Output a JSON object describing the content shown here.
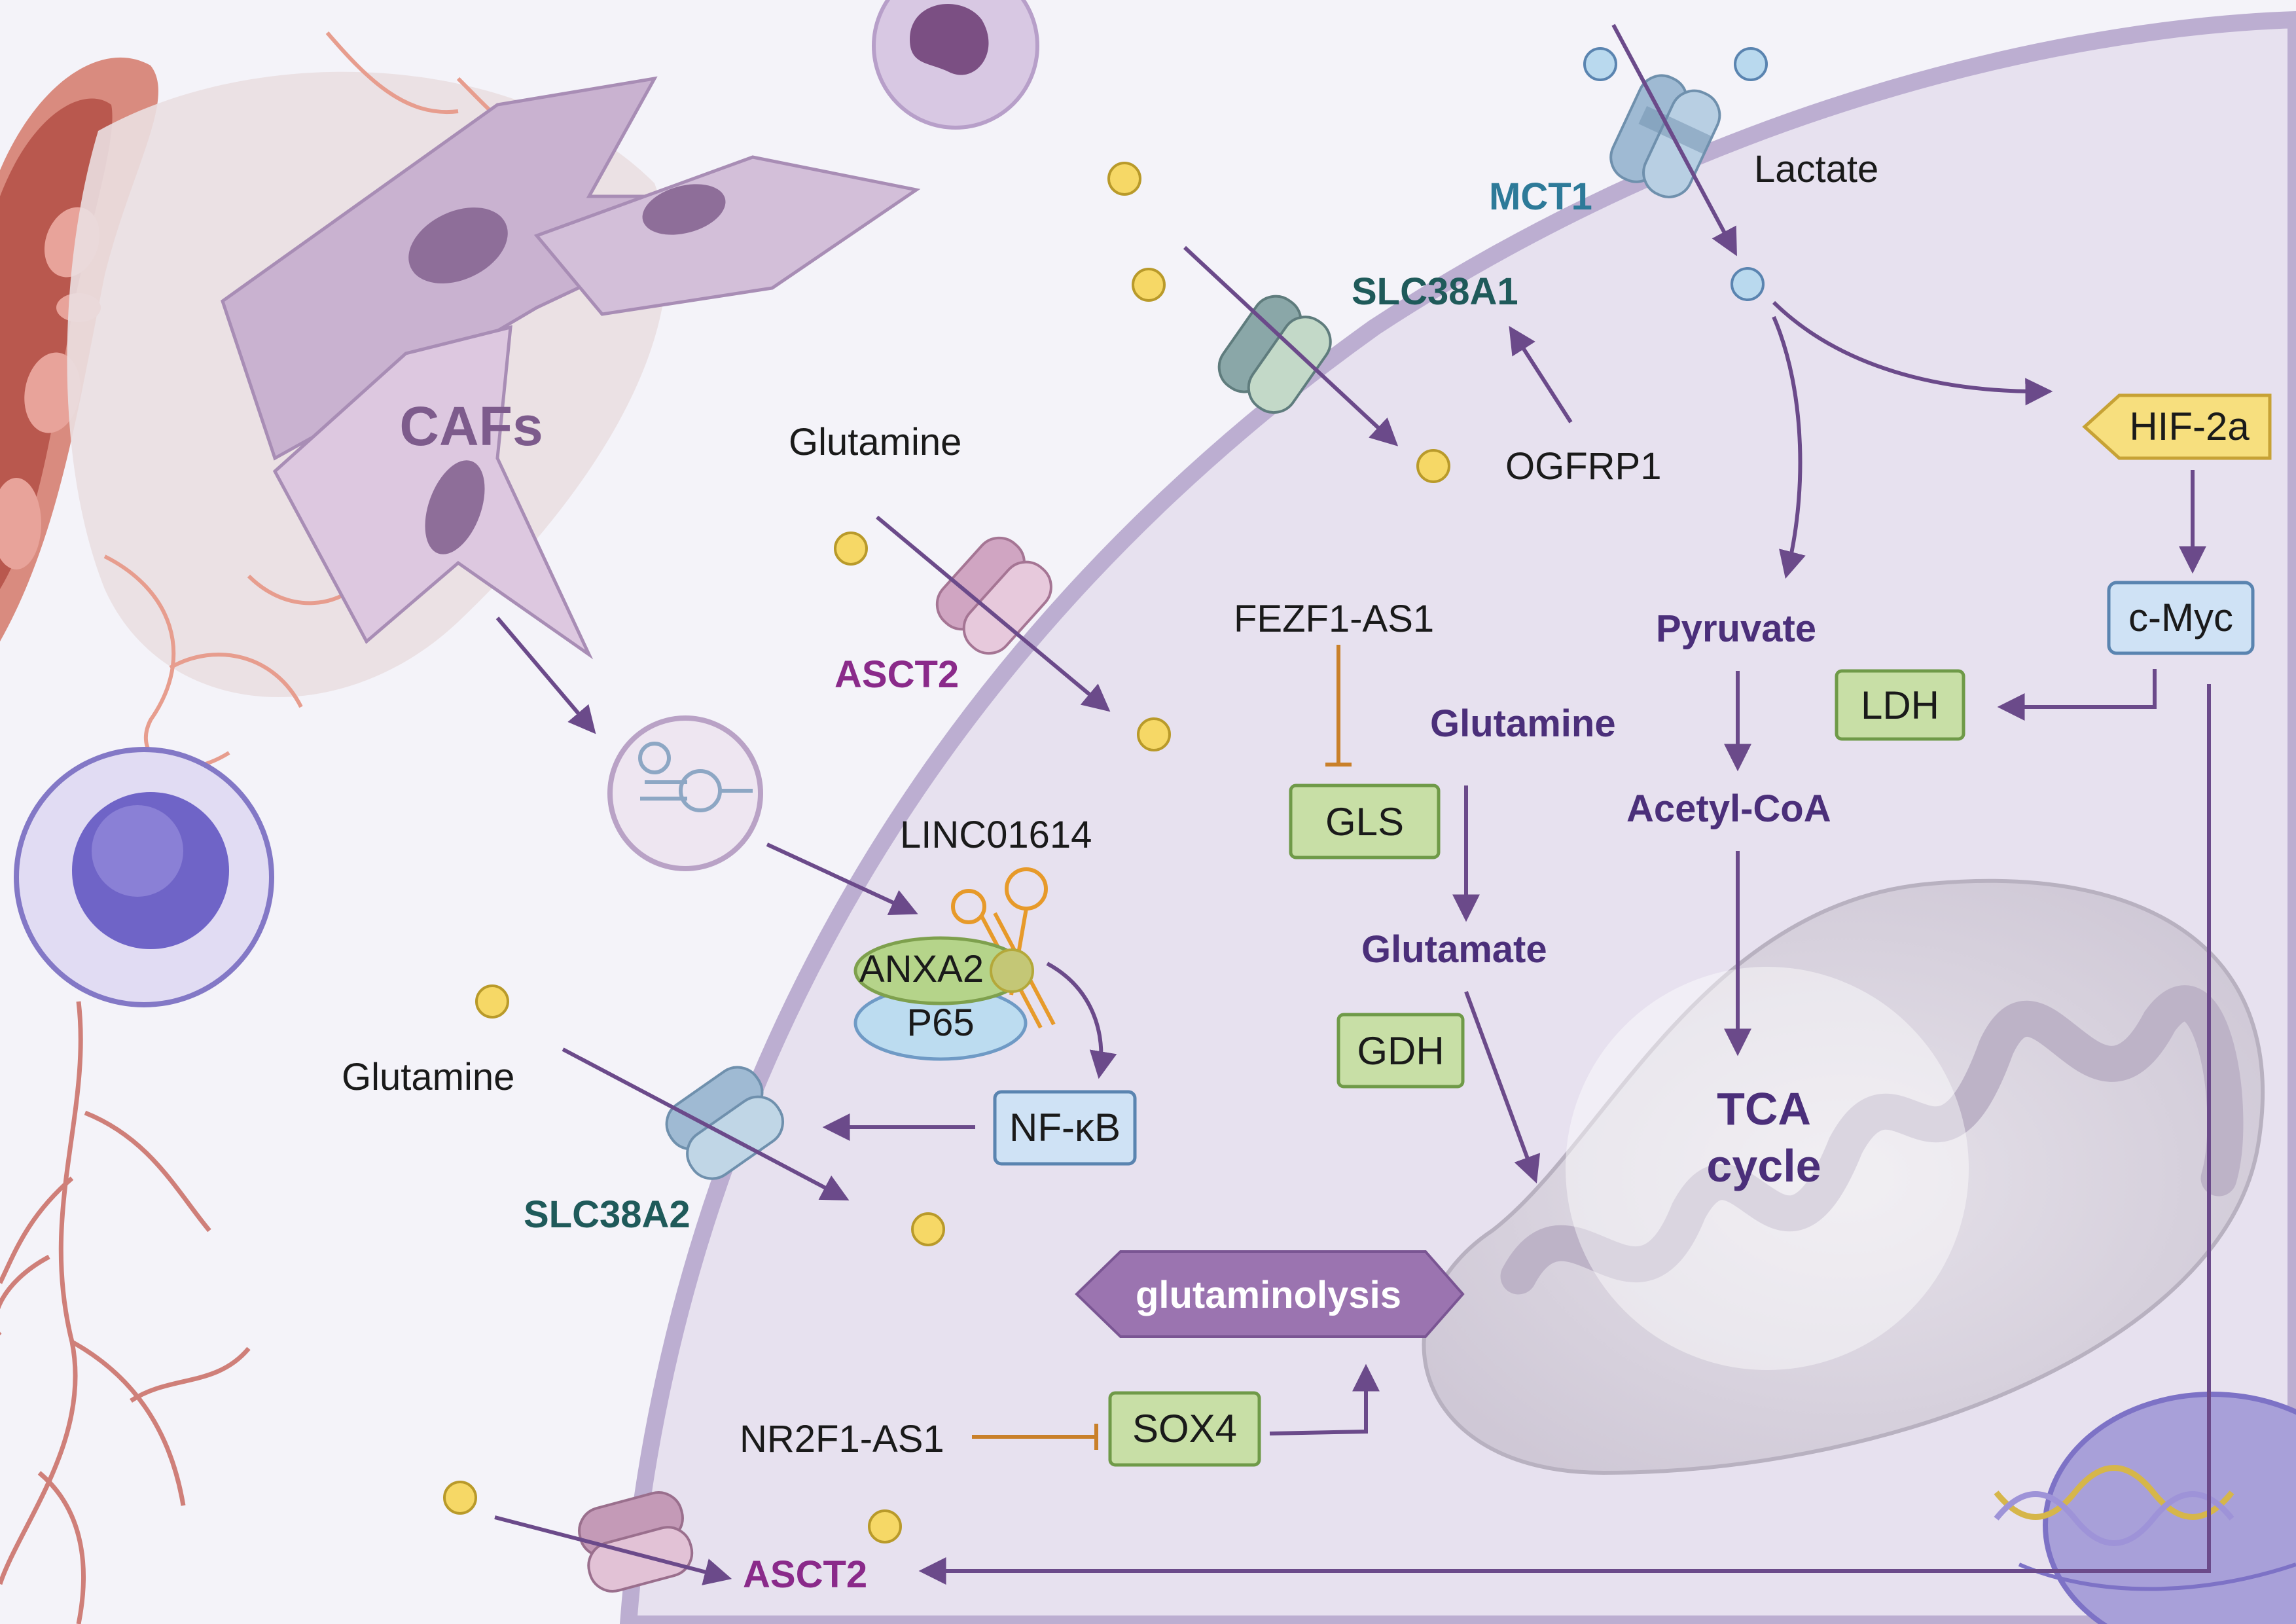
{
  "labels": {
    "cafs": "CAFs",
    "lactate": "Lactate",
    "mct1": "MCT1",
    "slc38a1": "SLC38A1",
    "ogfrp1": "OGFRP1",
    "glutamine_top": "Glutamine",
    "asct2_top": "ASCT2",
    "fezf1": "FEZF1-AS1",
    "gls": "GLS",
    "glutamine_inner": "Glutamine",
    "glutamate": "Glutamate",
    "gdh": "GDH",
    "pyruvate": "Pyruvate",
    "acetyl_coa": "Acetyl-CoA",
    "tca_line1": "TCA",
    "tca_line2": "cycle",
    "hif2a": "HIF-2a",
    "cmyc": "c-Myc",
    "ldh": "LDH",
    "linc01614": "LINC01614",
    "anxa2": "ANXA2",
    "p65": "P65",
    "nfkb": "NF-κB",
    "glutamine_left": "Glutamine",
    "slc38a2": "SLC38A2",
    "glutaminolysis": "glutaminolysis",
    "nr2f1": "NR2F1-AS1",
    "sox4": "SOX4",
    "asct2_bottom": "ASCT2"
  },
  "colors": {
    "background": "#f4f3f9",
    "cell": "#e7e1ef",
    "membrane": "#bcaed1",
    "pathway_text": "#4b2f7a",
    "mct1_text": "#2d7a99",
    "slc_text": "#1f5a5a",
    "asct2_text": "#8a2a8a",
    "arrow": "#6b4a8a",
    "inhibit": "#c9802a",
    "green_box_fill": "#c8dfa6",
    "green_box_stroke": "#6f9a48",
    "blue_box_fill": "#cfe2f5",
    "blue_box_stroke": "#5a84b0",
    "hif_fill": "#f7df7e",
    "glutaminolysis_fill": "#9b74b0",
    "glutamine_dot": "#f6d866",
    "lactate_dot": "#b9d9ee"
  }
}
